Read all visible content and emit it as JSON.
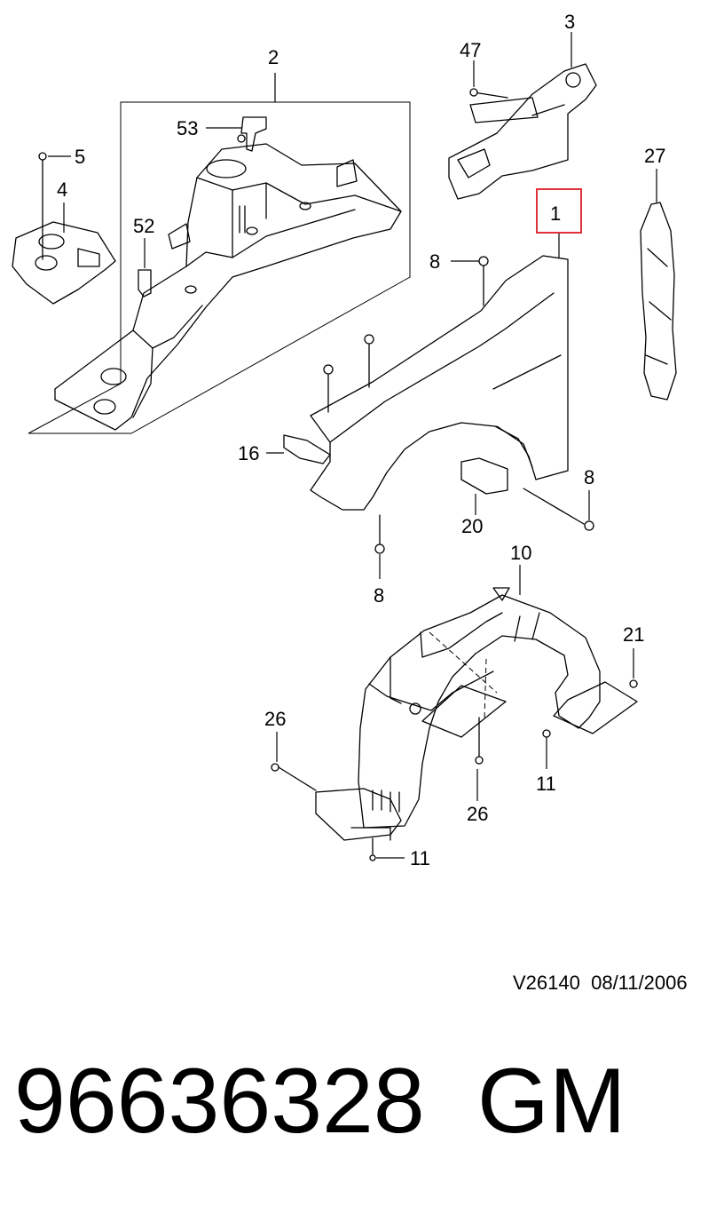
{
  "callouts": {
    "c1": "1",
    "c2": "2",
    "c3": "3",
    "c4": "4",
    "c5": "5",
    "c8a": "8",
    "c8b": "8",
    "c8c": "8",
    "c10": "10",
    "c11a": "11",
    "c11b": "11",
    "c16": "16",
    "c20": "20",
    "c21": "21",
    "c26a": "26",
    "c26b": "26",
    "c27": "27",
    "c47": "47",
    "c52": "52",
    "c53": "53"
  },
  "highlight_color": "#e0303a",
  "reference": {
    "code": "V26140",
    "date": "08/11/2006"
  },
  "footer": {
    "part_number": "96636328",
    "brand": "GM"
  }
}
